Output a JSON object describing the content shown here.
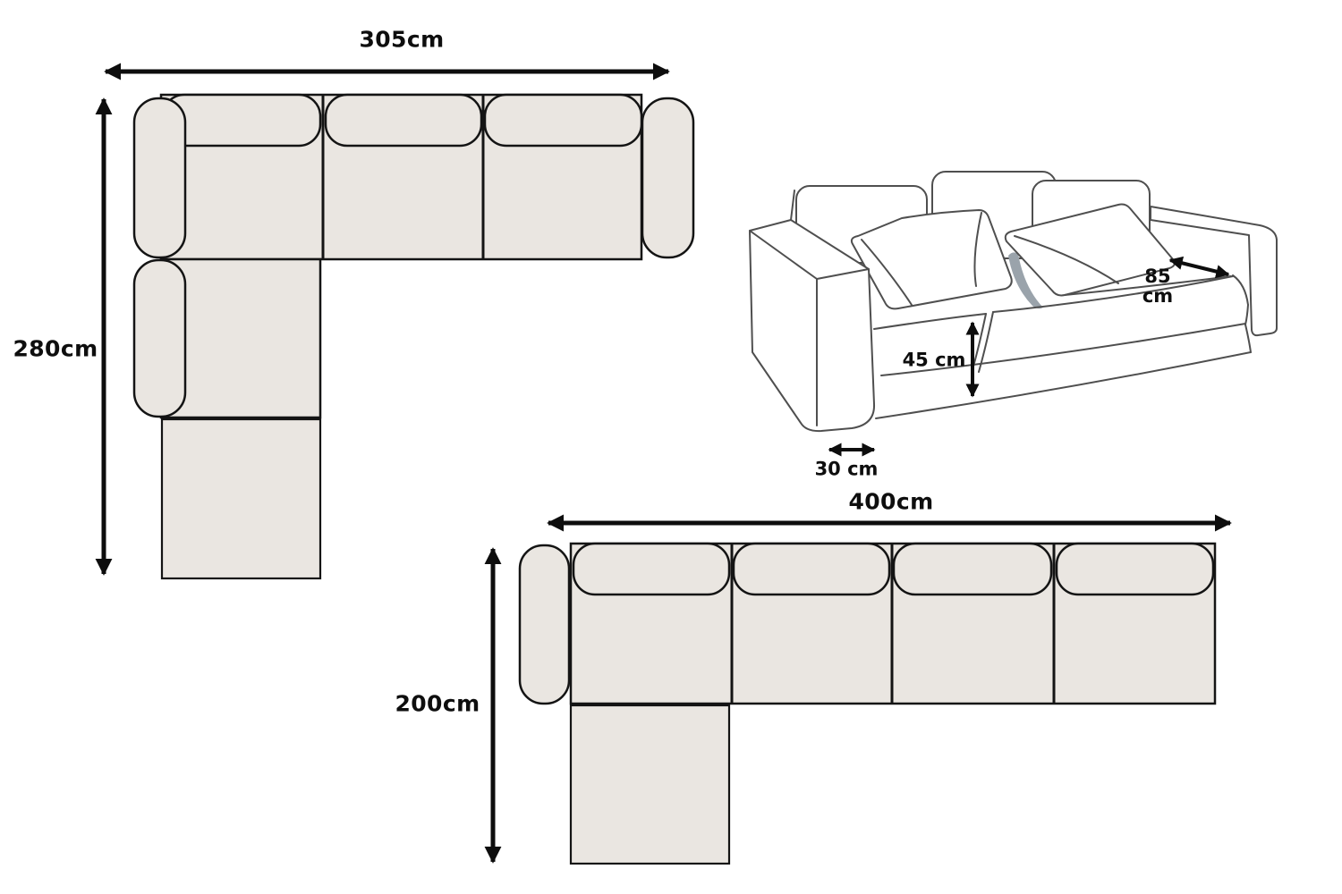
{
  "diagram": {
    "top_plan": {
      "width_label": "305cm",
      "depth_label": "280cm"
    },
    "bottom_plan": {
      "width_label": "400cm",
      "depth_label": "200cm"
    },
    "sketch": {
      "seat_depth_value": "85",
      "seat_depth_unit": "cm",
      "seat_height_label": "45 cm",
      "arm_width_label": "30 cm"
    },
    "colors": {
      "background": "#ffffff",
      "plan_fill": "#eae6e1",
      "plan_outline": "#141414",
      "arrow": "#0d0d0d",
      "sketch_stroke": "#4f4f4f",
      "sketch_shadow": "#9aa3ab"
    }
  }
}
